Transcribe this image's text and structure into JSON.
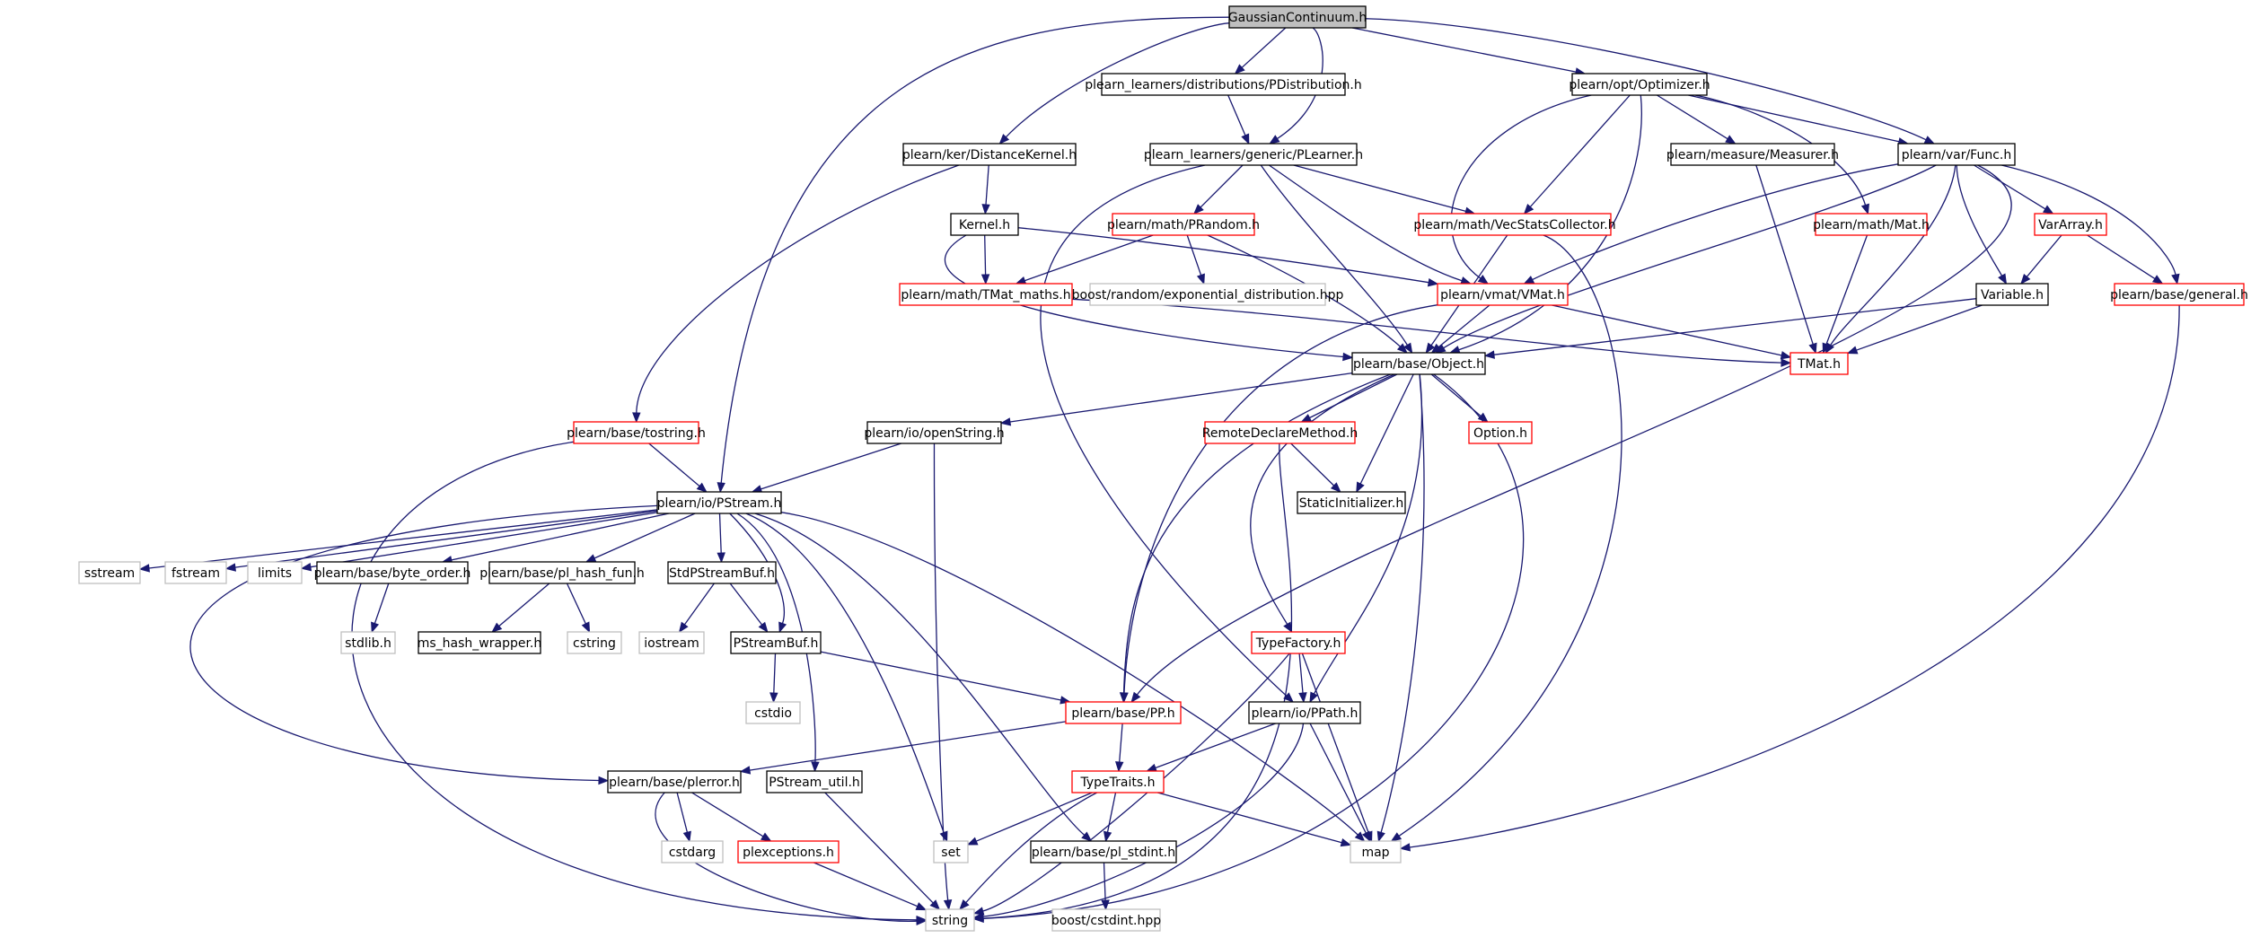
{
  "colors": {
    "edge": "#191970",
    "root_fill": "#bfbfbf",
    "documented_border": "#000000",
    "truncated_border": "#ff0000",
    "external_border": "#bfbfbf",
    "node_fill": "#ffffff"
  },
  "nodes": {
    "GaussianContinuum": "GaussianContinuum.h",
    "PDistribution": "plearn_learners/distributions/PDistribution.h",
    "Optimizer": "plearn/opt/Optimizer.h",
    "DistanceKernel": "plearn/ker/DistanceKernel.h",
    "PLearner": "plearn_learners/generic/PLearner.h",
    "Measurer": "plearn/measure/Measurer.h",
    "Func": "plearn/var/Func.h",
    "Kernel": "Kernel.h",
    "PRandom": "plearn/math/PRandom.h",
    "VecStatsCollector": "plearn/math/VecStatsCollector.h",
    "Mat": "plearn/math/Mat.h",
    "VarArray": "VarArray.h",
    "TMat_maths": "plearn/math/TMat_maths.h",
    "exp_dist": "boost/random/exponential_distribution.hpp",
    "VMat": "plearn/vmat/VMat.h",
    "Variable": "Variable.h",
    "general": "plearn/base/general.h",
    "TMat": "TMat.h",
    "Object": "plearn/base/Object.h",
    "tostring": "plearn/base/tostring.h",
    "openString": "plearn/io/openString.h",
    "RemoteDeclareMethod": "RemoteDeclareMethod.h",
    "Option": "Option.h",
    "PStream": "plearn/io/PStream.h",
    "StaticInitializer": "StaticInitializer.h",
    "sstream": "sstream",
    "fstream": "fstream",
    "limits": "limits",
    "byte_order": "plearn/base/byte_order.h",
    "pl_hash_fun": "plearn/base/pl_hash_fun.h",
    "StdPStreamBuf": "StdPStreamBuf.h",
    "stdlib": "stdlib.h",
    "ms_hash_wrapper": "ms_hash_wrapper.h",
    "cstring": "cstring",
    "iostream": "iostream",
    "PStreamBuf": "PStreamBuf.h",
    "TypeFactory": "TypeFactory.h",
    "cstdio": "cstdio",
    "PP": "plearn/base/PP.h",
    "PPath": "plearn/io/PPath.h",
    "plerror": "plearn/base/plerror.h",
    "PStream_util": "PStream_util.h",
    "TypeTraits": "TypeTraits.h",
    "cstdarg": "cstdarg",
    "plexceptions": "plexceptions.h",
    "set": "set",
    "pl_stdint": "plearn/base/pl_stdint.h",
    "map": "map",
    "string": "string",
    "cstdint": "boost/cstdint.hpp"
  }
}
